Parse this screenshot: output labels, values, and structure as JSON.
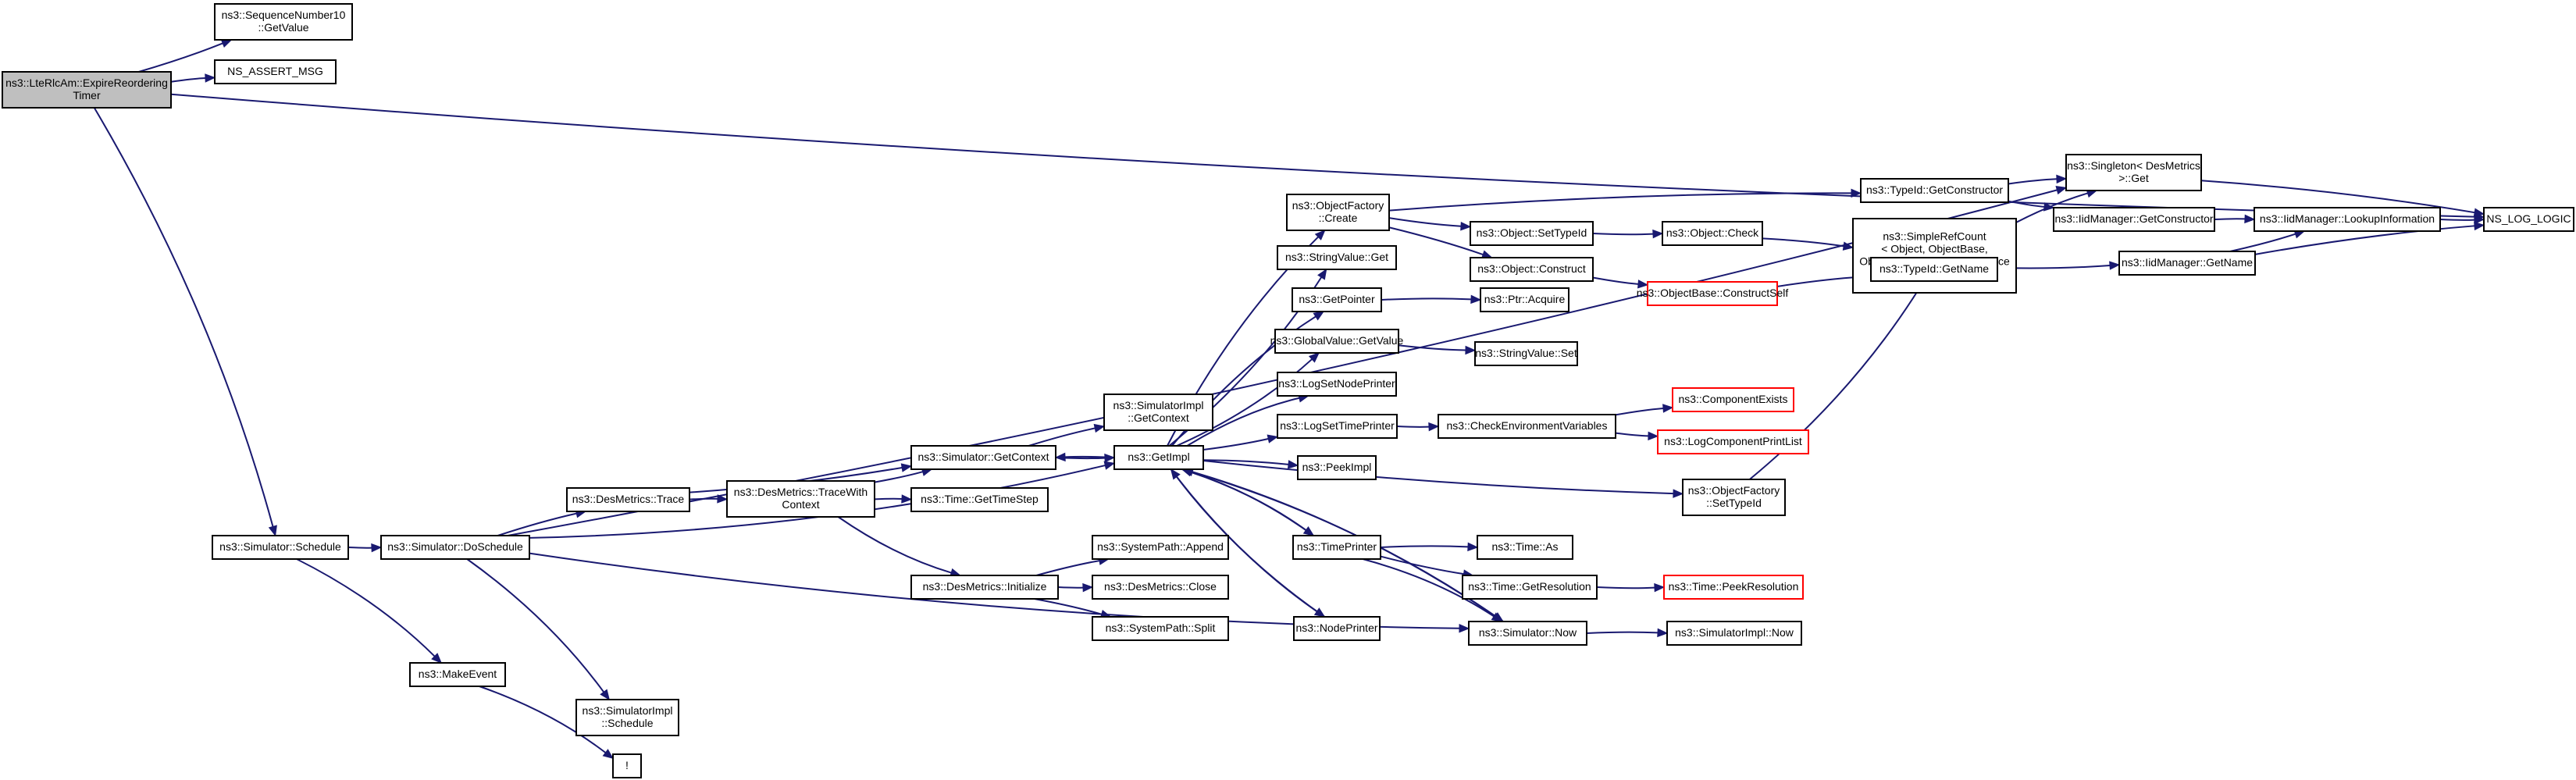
{
  "graph": {
    "title": "",
    "colors": {
      "edge": "#191970",
      "border": "#000000",
      "highlight_border": "#ff0000",
      "root_fill": "#bfbfbf",
      "node_fill": "#ffffff"
    },
    "nodes": [
      {
        "id": "root",
        "lines": [
          "ns3::LteRlcAm::ExpireReordering",
          "Timer"
        ],
        "root": true
      },
      {
        "id": "seqget",
        "lines": [
          "ns3::SequenceNumber10",
          "::GetValue"
        ]
      },
      {
        "id": "assert",
        "lines": [
          "NS_ASSERT_MSG"
        ]
      },
      {
        "id": "loglogic",
        "lines": [
          "NS_LOG_LOGIC"
        ]
      },
      {
        "id": "schedule",
        "lines": [
          "ns3::Simulator::Schedule"
        ]
      },
      {
        "id": "doschedule",
        "lines": [
          "ns3::Simulator::DoSchedule"
        ]
      },
      {
        "id": "makeevent",
        "lines": [
          "ns3::MakeEvent"
        ]
      },
      {
        "id": "simimplsched",
        "lines": [
          "ns3::SimulatorImpl",
          "::Schedule"
        ]
      },
      {
        "id": "bang",
        "lines": [
          "!"
        ]
      },
      {
        "id": "trace",
        "lines": [
          "ns3::DesMetrics::Trace"
        ]
      },
      {
        "id": "tracewith",
        "lines": [
          "ns3::DesMetrics::TraceWith",
          "Context"
        ]
      },
      {
        "id": "getcontext",
        "lines": [
          "ns3::Simulator::GetContext"
        ]
      },
      {
        "id": "implgetctx",
        "lines": [
          "ns3::SimulatorImpl",
          "::GetContext"
        ]
      },
      {
        "id": "gettimestep",
        "lines": [
          "ns3::Time::GetTimeStep"
        ]
      },
      {
        "id": "initialize",
        "lines": [
          "ns3::DesMetrics::Initialize"
        ]
      },
      {
        "id": "append",
        "lines": [
          "ns3::SystemPath::Append"
        ]
      },
      {
        "id": "close",
        "lines": [
          "ns3::DesMetrics::Close"
        ]
      },
      {
        "id": "split",
        "lines": [
          "ns3::SystemPath::Split"
        ]
      },
      {
        "id": "getimpl",
        "lines": [
          "ns3::GetImpl"
        ]
      },
      {
        "id": "factcreate",
        "lines": [
          "ns3::ObjectFactory",
          "::Create"
        ]
      },
      {
        "id": "strget",
        "lines": [
          "ns3::StringValue::Get"
        ]
      },
      {
        "id": "getpointer",
        "lines": [
          "ns3::GetPointer"
        ]
      },
      {
        "id": "globalget",
        "lines": [
          "ns3::GlobalValue::GetValue"
        ]
      },
      {
        "id": "lognodeprn",
        "lines": [
          "ns3::LogSetNodePrinter"
        ]
      },
      {
        "id": "logtimeprn",
        "lines": [
          "ns3::LogSetTimePrinter"
        ]
      },
      {
        "id": "peekimpl",
        "lines": [
          "ns3::PeekImpl"
        ]
      },
      {
        "id": "timeprinter",
        "lines": [
          "ns3::TimePrinter"
        ]
      },
      {
        "id": "nodeprinter",
        "lines": [
          "ns3::NodePrinter"
        ]
      },
      {
        "id": "simnow",
        "lines": [
          "ns3::Simulator::Now"
        ]
      },
      {
        "id": "implnow",
        "lines": [
          "ns3::SimulatorImpl::Now"
        ]
      },
      {
        "id": "timeas",
        "lines": [
          "ns3::Time::As"
        ]
      },
      {
        "id": "getres",
        "lines": [
          "ns3::Time::GetResolution"
        ]
      },
      {
        "id": "peekres",
        "lines": [
          "ns3::Time::PeekResolution"
        ],
        "red": true
      },
      {
        "id": "checkenv",
        "lines": [
          "ns3::CheckEnvironmentVariables"
        ]
      },
      {
        "id": "compexists",
        "lines": [
          "ns3::ComponentExists"
        ],
        "red": true
      },
      {
        "id": "logcompprn",
        "lines": [
          "ns3::LogComponentPrintList"
        ],
        "red": true
      },
      {
        "id": "ptracq",
        "lines": [
          "ns3::Ptr::Acquire"
        ]
      },
      {
        "id": "strset",
        "lines": [
          "ns3::StringValue::Set"
        ]
      },
      {
        "id": "settypeid",
        "lines": [
          "ns3::Object::SetTypeId"
        ]
      },
      {
        "id": "construct",
        "lines": [
          "ns3::Object::Construct"
        ]
      },
      {
        "id": "objcheck",
        "lines": [
          "ns3::Object::Check"
        ]
      },
      {
        "id": "constructself",
        "lines": [
          "ns3::ObjectBase::ConstructSelf"
        ],
        "red": true
      },
      {
        "id": "simplerefcnt",
        "lines": [
          "ns3::SimpleRefCount",
          "< Object, ObjectBase,",
          "ObjectDeleter >::GetReference",
          "Count"
        ]
      },
      {
        "id": "typegetctor",
        "lines": [
          "ns3::TypeId::GetConstructor"
        ]
      },
      {
        "id": "typegetname",
        "lines": [
          "ns3::TypeId::GetName"
        ]
      },
      {
        "id": "factsettid",
        "lines": [
          "ns3::ObjectFactory",
          "::SetTypeId"
        ]
      },
      {
        "id": "singleton",
        "lines": [
          "ns3::Singleton< DesMetrics",
          ">::Get"
        ]
      },
      {
        "id": "iidgetctor",
        "lines": [
          "ns3::IidManager::GetConstructor"
        ]
      },
      {
        "id": "iidgetname",
        "lines": [
          "ns3::IidManager::GetName"
        ]
      },
      {
        "id": "iidlookup",
        "lines": [
          "ns3::IidManager::LookupInformation"
        ]
      }
    ],
    "edges": [
      [
        "root",
        "seqget"
      ],
      [
        "root",
        "assert"
      ],
      [
        "root",
        "loglogic"
      ],
      [
        "root",
        "schedule"
      ],
      [
        "schedule",
        "doschedule"
      ],
      [
        "schedule",
        "makeevent"
      ],
      [
        "doschedule",
        "singleton"
      ],
      [
        "doschedule",
        "trace"
      ],
      [
        "doschedule",
        "getimpl"
      ],
      [
        "doschedule",
        "simimplsched"
      ],
      [
        "doschedule",
        "simnow"
      ],
      [
        "makeevent",
        "bang"
      ],
      [
        "trace",
        "getcontext"
      ],
      [
        "trace",
        "tracewith"
      ],
      [
        "tracewith",
        "getcontext"
      ],
      [
        "tracewith",
        "gettimestep"
      ],
      [
        "tracewith",
        "initialize"
      ],
      [
        "getcontext",
        "implgetctx"
      ],
      [
        "getcontext",
        "getimpl"
      ],
      [
        "initialize",
        "append"
      ],
      [
        "initialize",
        "close"
      ],
      [
        "initialize",
        "split"
      ],
      [
        "getimpl",
        "getcontext"
      ],
      [
        "getimpl",
        "factcreate"
      ],
      [
        "getimpl",
        "strget"
      ],
      [
        "getimpl",
        "getpointer"
      ],
      [
        "getimpl",
        "globalget"
      ],
      [
        "getimpl",
        "lognodeprn"
      ],
      [
        "getimpl",
        "logtimeprn"
      ],
      [
        "getimpl",
        "peekimpl"
      ],
      [
        "getimpl",
        "factsettid"
      ],
      [
        "getimpl",
        "timeprinter"
      ],
      [
        "getimpl",
        "nodeprinter"
      ],
      [
        "getimpl",
        "simnow"
      ],
      [
        "timeprinter",
        "getimpl"
      ],
      [
        "nodeprinter",
        "getimpl"
      ],
      [
        "simnow",
        "getimpl"
      ],
      [
        "timeprinter",
        "timeas"
      ],
      [
        "timeprinter",
        "getres"
      ],
      [
        "timeprinter",
        "simnow"
      ],
      [
        "getres",
        "peekres"
      ],
      [
        "simnow",
        "implnow"
      ],
      [
        "logtimeprn",
        "checkenv"
      ],
      [
        "checkenv",
        "compexists"
      ],
      [
        "checkenv",
        "logcompprn"
      ],
      [
        "getpointer",
        "ptracq"
      ],
      [
        "globalget",
        "strset"
      ],
      [
        "factcreate",
        "typegetctor"
      ],
      [
        "factcreate",
        "settypeid"
      ],
      [
        "factcreate",
        "construct"
      ],
      [
        "settypeid",
        "objcheck"
      ],
      [
        "objcheck",
        "simplerefcnt"
      ],
      [
        "construct",
        "constructself"
      ],
      [
        "constructself",
        "typegetname"
      ],
      [
        "factsettid",
        "typegetname"
      ],
      [
        "typegetctor",
        "singleton"
      ],
      [
        "typegetctor",
        "iidgetctor"
      ],
      [
        "typegetname",
        "singleton"
      ],
      [
        "typegetname",
        "iidgetname"
      ],
      [
        "iidgetctor",
        "iidlookup"
      ],
      [
        "iidgetname",
        "iidlookup"
      ],
      [
        "iidgetname",
        "loglogic"
      ],
      [
        "iidlookup",
        "loglogic"
      ],
      [
        "singleton",
        "loglogic"
      ]
    ]
  }
}
